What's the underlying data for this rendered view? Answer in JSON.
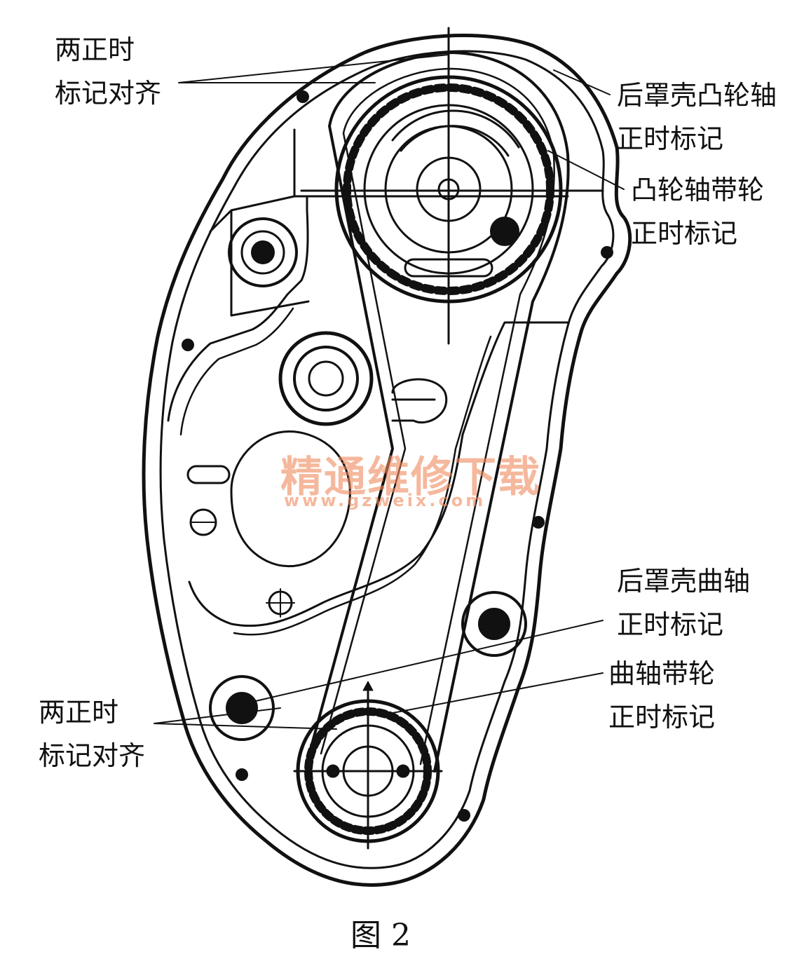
{
  "labels": {
    "top_left_line1": "两正时",
    "top_left_line2": "标记对齐",
    "rear_cover_cam_line1": "后罩壳凸轮轴",
    "rear_cover_cam_line2": "正时标记",
    "cam_pulley_line1": "凸轮轴带轮",
    "cam_pulley_line2": "正时标记",
    "rear_cover_crank_line1": "后罩壳曲轴",
    "rear_cover_crank_line2": "正时标记",
    "crank_pulley_line1": "曲轴带轮",
    "crank_pulley_line2": "正时标记",
    "bottom_left_line1": "两正时",
    "bottom_left_line2": "标记对齐"
  },
  "watermark": {
    "title": "精通维修下载",
    "url": "www.gzweix.com"
  },
  "caption": "图 2"
}
